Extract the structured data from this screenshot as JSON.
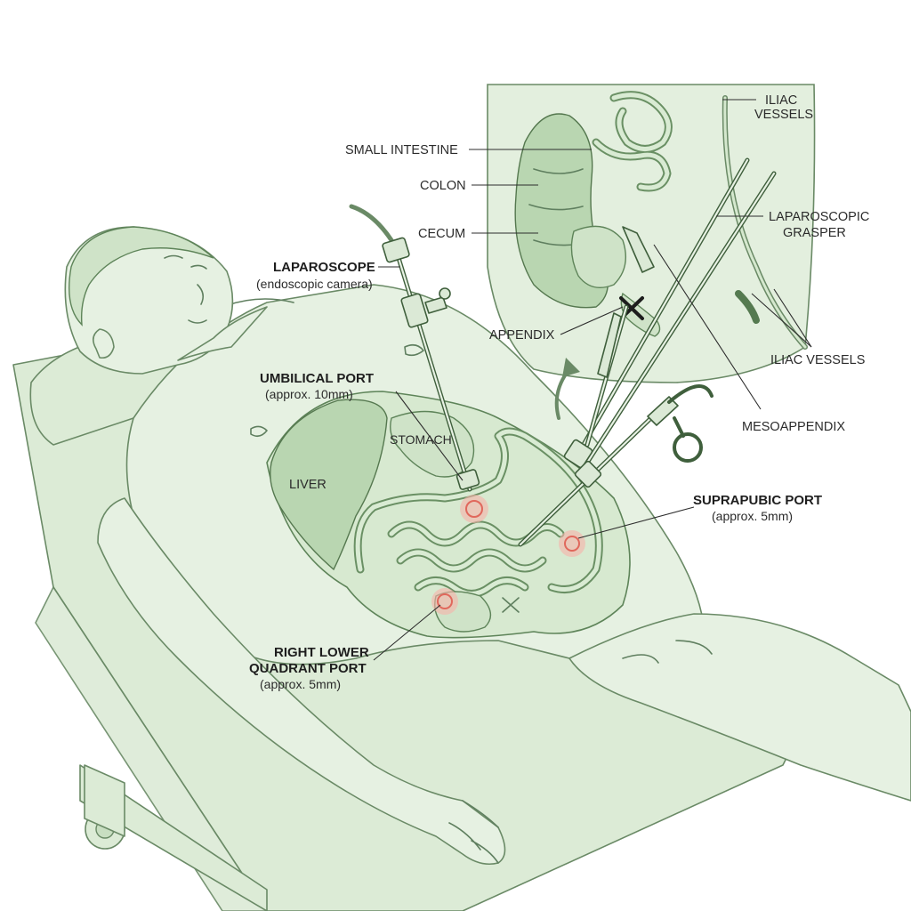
{
  "labels": {
    "iliac_top_1": "ILIAC",
    "iliac_top_2": "VESSELS",
    "small_intestine": "SMALL INTESTINE",
    "colon": "COLON",
    "cecum": "CECUM",
    "grasper_1": "LAPAROSCOPIC",
    "grasper_2": "GRASPER",
    "laparoscope": "LAPAROSCOPE",
    "laparoscope_sub": "(endoscopic camera)",
    "appendix": "APPENDIX",
    "iliac_bottom": "ILIAC VESSELS",
    "umbilical_port": "UMBILICAL PORT",
    "umbilical_port_sub": "(approx. 10mm)",
    "stomach": "STOMACH",
    "mesoappendix": "MESOAPPENDIX",
    "liver": "LIVER",
    "suprapubic_port": "SUPRAPUBIC PORT",
    "suprapubic_port_sub": "(approx. 5mm)",
    "rlq_port_1": "RIGHT LOWER",
    "rlq_port_2": "QUADRANT PORT",
    "rlq_port_sub": "(approx. 5mm)"
  },
  "colors": {
    "accent_green": "#6a8a66",
    "port_highlight": "#e0685c"
  }
}
